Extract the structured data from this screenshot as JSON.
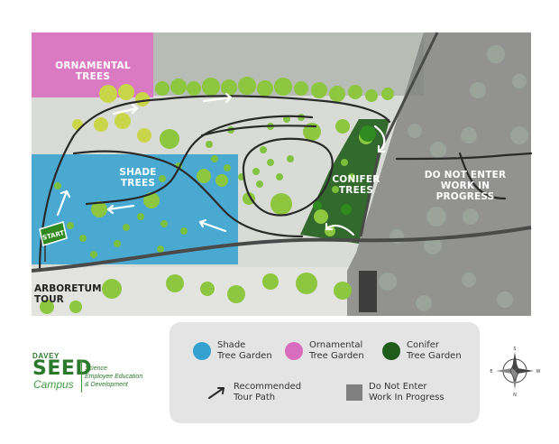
{
  "map": {
    "zones": {
      "ornamental": "ORNAMENTAL\nTREES",
      "shade": "SHADE\nTREES",
      "conifer": "CONIFER\nTREES",
      "do_not_enter": "DO NOT ENTER\nWORK IN\nPROGRESS"
    },
    "start_label": "START",
    "tour_label": "ARBORETUM\nTOUR"
  },
  "legend": {
    "shade": "Shade\nTree Garden",
    "ornamental": "Ornamental\nTree Garden",
    "conifer": "Conifer\nTree Garden",
    "tour_path": "Recommended\nTour Path",
    "do_not_enter": "Do Not Enter\nWork In Progress"
  },
  "logo": {
    "davey": "DAVEY",
    "seed": "SEED",
    "campus": "Campus",
    "tagline": "Science\nEmployee Education\n& Development"
  },
  "compass": {
    "n": "N",
    "e": "E",
    "s": "S",
    "w": "W"
  },
  "colors": {
    "shade": "#34a2d0",
    "ornamental": "#d86cbf",
    "conifer": "#1f5c1a",
    "do_not_enter": "#808080",
    "path": "#2a2a2a"
  }
}
